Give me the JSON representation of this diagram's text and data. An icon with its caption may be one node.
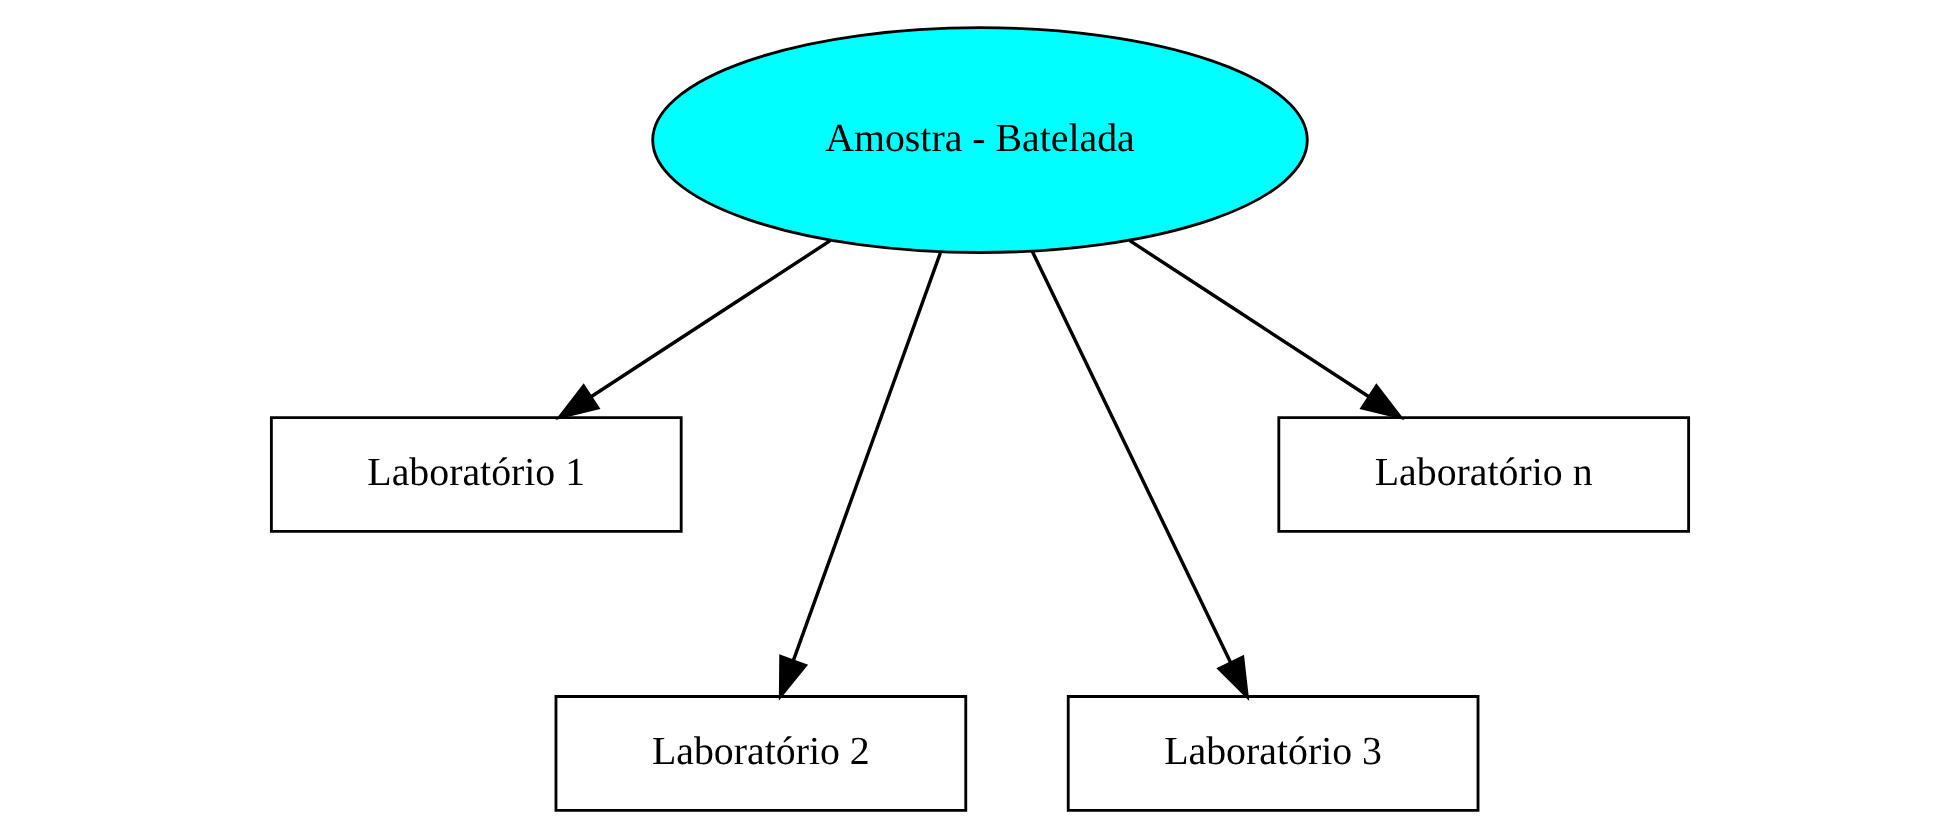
{
  "diagram": {
    "nodes": [
      {
        "text": [
          "Amostra - Batelada"
        ]
      },
      {
        "text": [
          "Laboratório 1"
        ]
      },
      {
        "text": [
          "Laboratório 2"
        ]
      },
      {
        "text": [
          "Laboratório 3"
        ]
      },
      {
        "text": [
          "Laboratório n"
        ]
      }
    ],
    "edges": [
      {
        "from": 0,
        "to": 1,
        "arrow": "to"
      },
      {
        "from": 0,
        "to": 2,
        "arrow": "to"
      },
      {
        "from": 0,
        "to": 3,
        "arrow": "to"
      },
      {
        "from": 0,
        "to": 4,
        "arrow": "to"
      }
    ]
  }
}
